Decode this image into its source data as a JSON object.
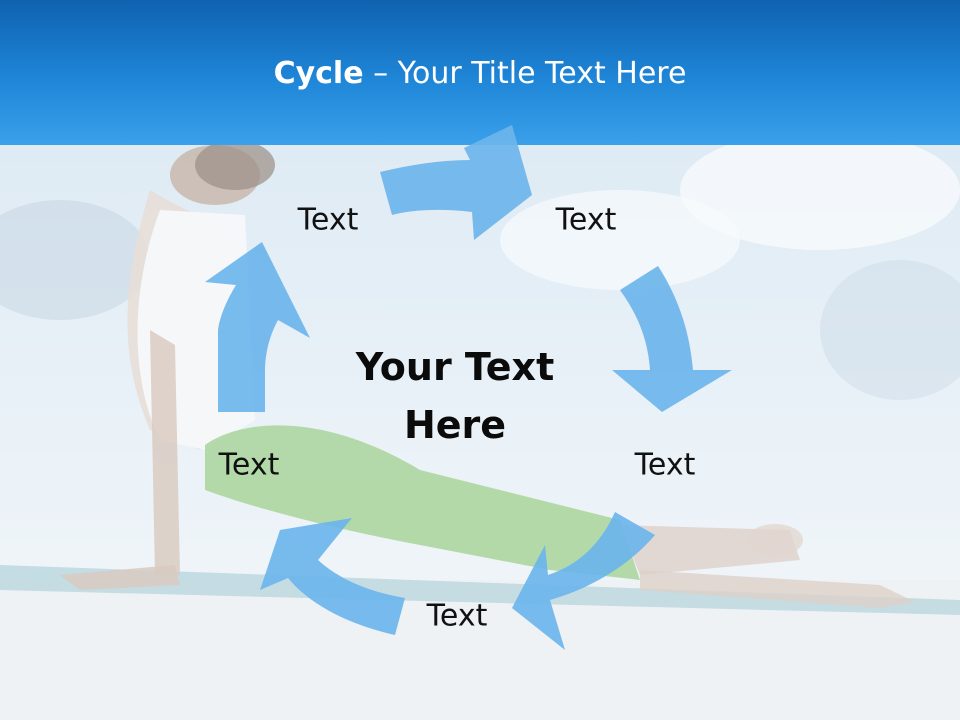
{
  "slide": {
    "title_bold": "Cycle",
    "title_rest": " – Your Title Text Here",
    "center_line1": "Your Text",
    "center_line2": "Here",
    "labels": [
      "Text",
      "Text",
      "Text",
      "Text",
      "Text"
    ]
  },
  "colors": {
    "header_top": "#0f62b0",
    "header_bottom": "#3aa0ea",
    "arrow": "#6cb5ec",
    "text": "#111111"
  }
}
